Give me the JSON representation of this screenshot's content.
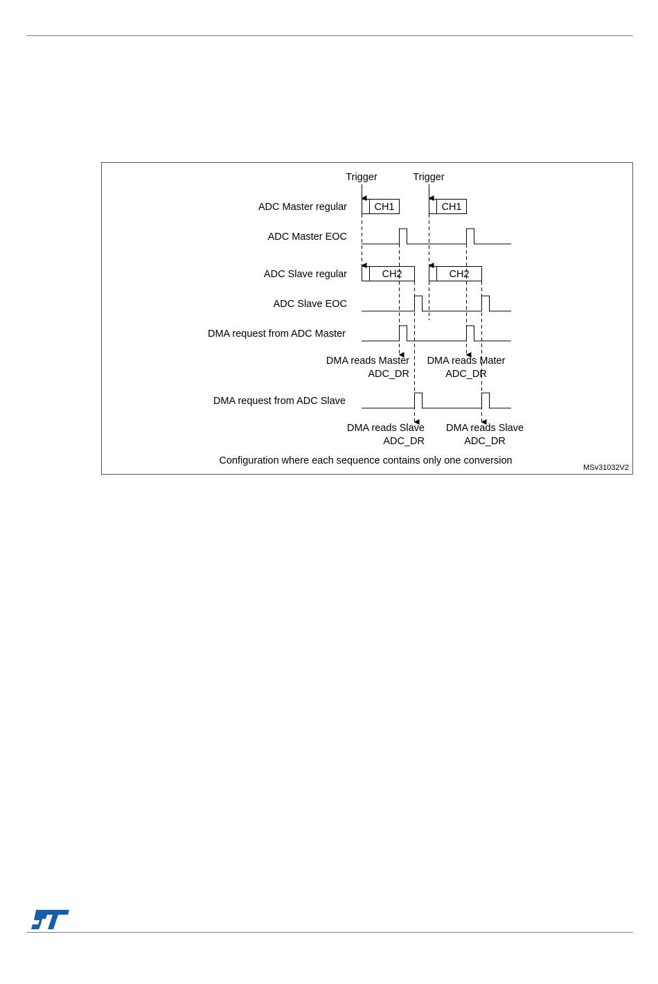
{
  "diagram": {
    "triggers": [
      "Trigger",
      "Trigger"
    ],
    "signals": {
      "master_regular": "ADC Master regular",
      "master_eoc": "ADC Master EOC",
      "slave_regular": "ADC Slave regular",
      "slave_eoc": "ADC Slave EOC",
      "dma_master": "DMA request from ADC Master",
      "dma_slave": "DMA request from ADC Slave"
    },
    "master_channel": "CH1",
    "slave_channel": "CH2",
    "dma_master_reads": [
      [
        "DMA reads Master",
        "ADC_DR"
      ],
      [
        "DMA reads Mater",
        "ADC_DR"
      ]
    ],
    "dma_slave_reads": [
      [
        "DMA reads Slave",
        "ADC_DR"
      ],
      [
        "DMA reads Slave",
        "ADC_DR"
      ]
    ],
    "caption": "Configuration where each sequence contains only one conversion",
    "figure_id": "MSv31032V2"
  },
  "logo_alt": "ST"
}
